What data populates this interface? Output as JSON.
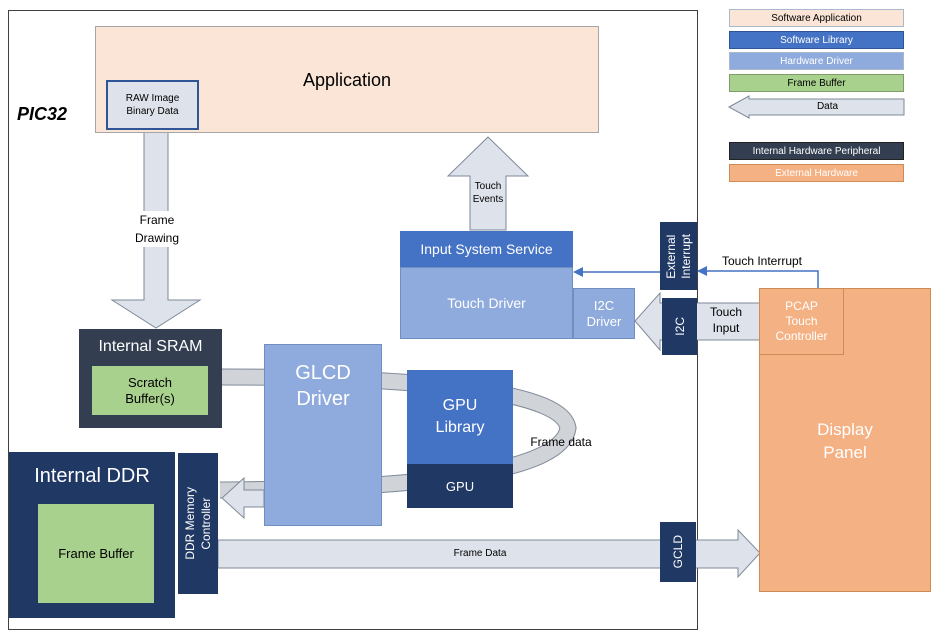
{
  "chip_label": "PIC32",
  "legend": {
    "software_application": "Software Application",
    "software_library": "Software Library",
    "hardware_driver": "Hardware Driver",
    "frame_buffer": "Frame Buffer",
    "data": "Data",
    "internal_hw_peripheral": "Internal Hardware Peripheral",
    "external_hardware": "External Hardware"
  },
  "application": {
    "title": "Application",
    "raw_image_line1": "RAW Image",
    "raw_image_line2": "Binary Data"
  },
  "arrows": {
    "frame_drawing_line1": "Frame",
    "frame_drawing_line2": "Drawing",
    "touch_events_line1": "Touch",
    "touch_events_line2": "Events",
    "frame_data_loop": "Frame data",
    "frame_data_bus": "Frame Data",
    "touch_interrupt": "Touch Interrupt",
    "touch_input_line1": "Touch",
    "touch_input_line2": "Input"
  },
  "input_system": {
    "title": "Input System Service",
    "touch_driver": "Touch Driver",
    "i2c_driver_line1": "I2C",
    "i2c_driver_line2": "Driver"
  },
  "peripherals": {
    "external_interrupt_line1": "External",
    "external_interrupt_line2": "Interrupt",
    "i2c": "I2C",
    "gcld": "GCLD",
    "ddr_controller_line1": "DDR Memory",
    "ddr_controller_line2": "Controller"
  },
  "sram": {
    "title": "Internal SRAM",
    "scratch_line1": "Scratch",
    "scratch_line2": "Buffer(s)"
  },
  "glcd": {
    "line1": "GLCD",
    "line2": "Driver"
  },
  "gpu": {
    "lib_line1": "GPU",
    "lib_line2": "Library",
    "gpu": "GPU"
  },
  "ddr": {
    "title": "Internal DDR",
    "frame_buffer": "Frame Buffer"
  },
  "display": {
    "pcap_line1": "PCAP",
    "pcap_line2": "Touch",
    "pcap_line3": "Controller",
    "panel_line1": "Display",
    "panel_line2": "Panel"
  },
  "colors": {
    "software_application": "#fbe5d6",
    "software_library": "#4472c4",
    "hardware_driver": "#8faadc",
    "frame_buffer": "#a9d18e",
    "data_arrow": "#dee2ea",
    "internal_peripheral": "#203864",
    "sram_dark": "#333f50",
    "external_hardware": "#f4b183"
  }
}
